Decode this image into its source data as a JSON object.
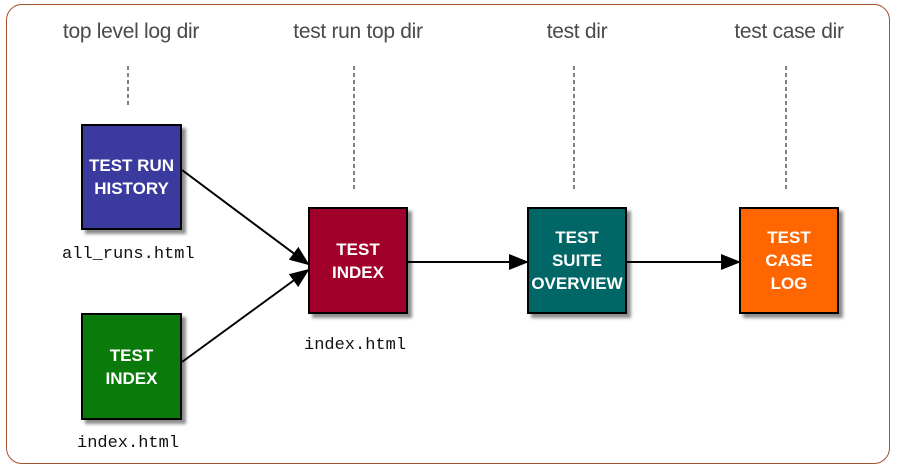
{
  "columns": {
    "c1": "top level log dir",
    "c2": "test run top dir",
    "c3": "test dir",
    "c4": "test case dir"
  },
  "boxes": {
    "test_run_history": "TEST RUN\nHISTORY",
    "test_index_left": "TEST\nINDEX",
    "test_index_center": "TEST\nINDEX",
    "test_suite_overview": "TEST\nSUITE\nOVERVIEW",
    "test_case_log": "TEST\nCASE\nLOG"
  },
  "files": {
    "all_runs": "all_runs.html",
    "index_left": "index.html",
    "index_center": "index.html"
  },
  "colors": {
    "test_run_history": "#3b3a9e",
    "test_index_left": "#0a7a0a",
    "test_index_center": "#a0002a",
    "test_suite_overview": "#006666",
    "test_case_log": "#ff6600",
    "frame_border": "#a0522d"
  }
}
